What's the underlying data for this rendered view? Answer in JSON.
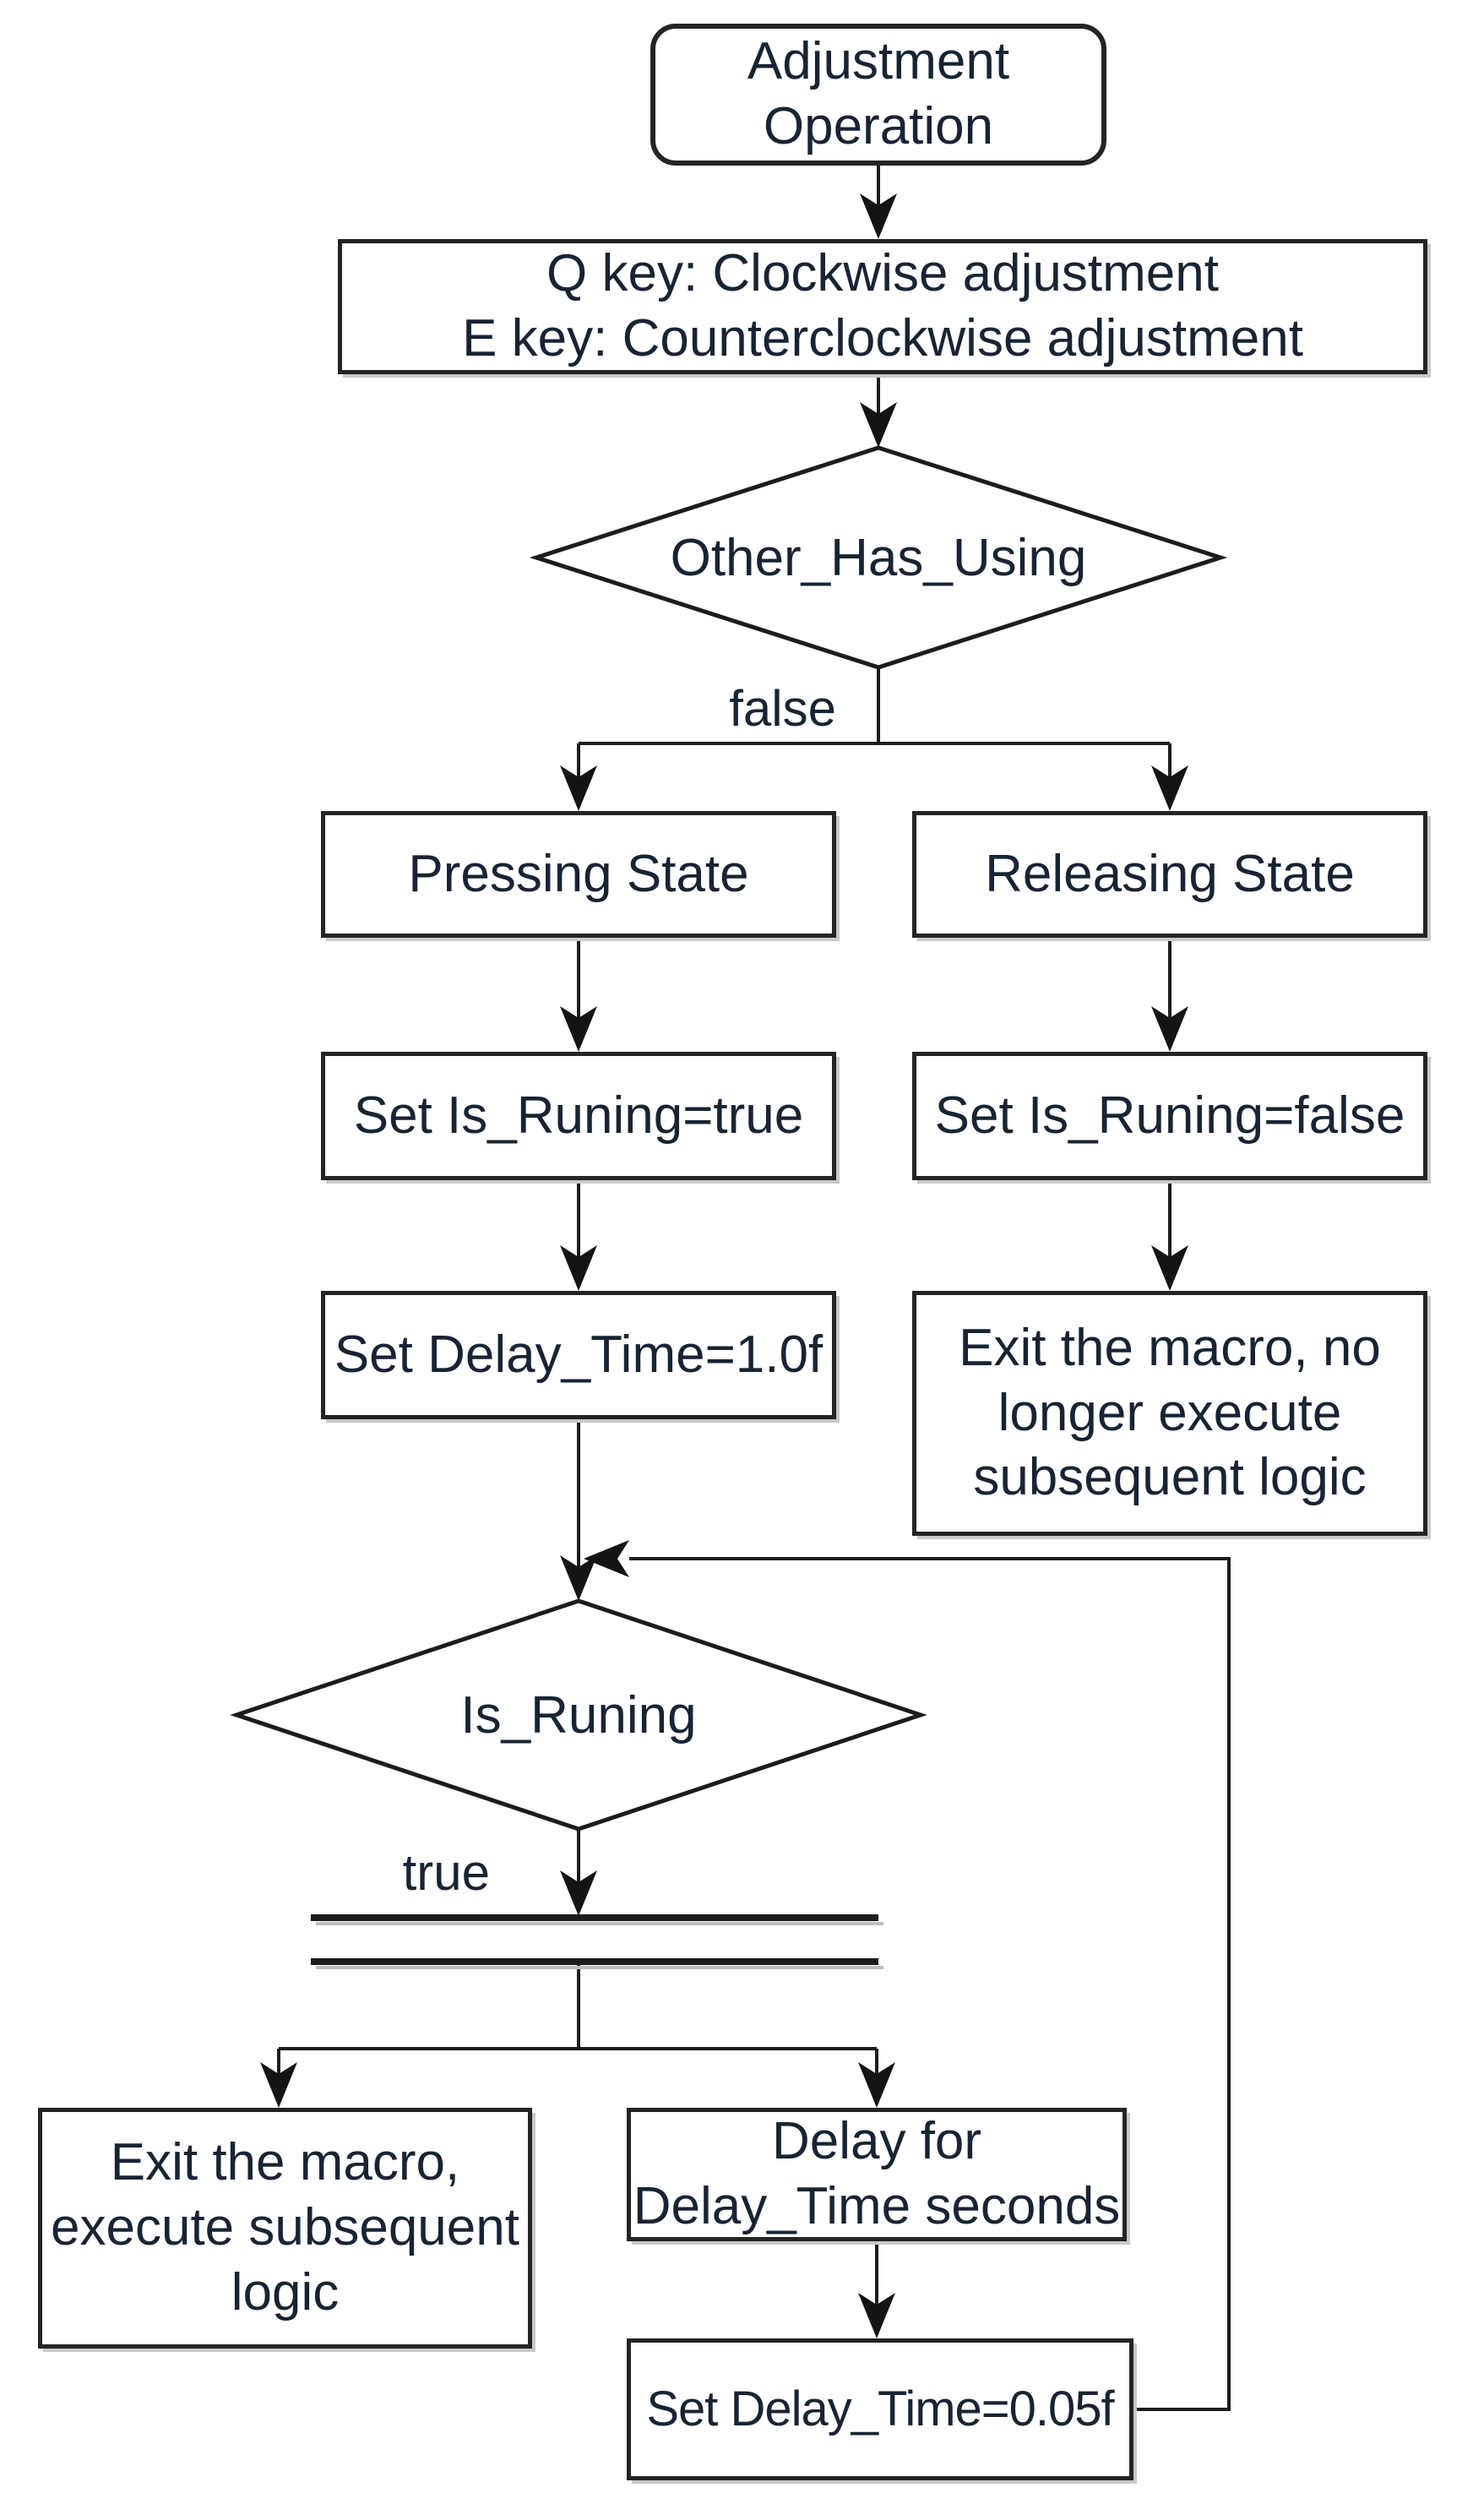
{
  "colors": {
    "stroke": "#1c1c1c",
    "text": "#182433",
    "node_background": "#ffffff",
    "page_background": "#ffffff"
  },
  "nodes": {
    "start": {
      "shape": "rounded-terminator",
      "lines": [
        "Adjustment",
        "Operation"
      ]
    },
    "key_mapping": {
      "shape": "process",
      "lines": [
        "Q key: Clockwise adjustment",
        "E key: Counterclockwise adjustment"
      ]
    },
    "other_has_using": {
      "shape": "decision",
      "label": "Other_Has_Using"
    },
    "pressing_state": {
      "shape": "process",
      "label": "Pressing State"
    },
    "releasing_state": {
      "shape": "process",
      "label": "Releasing State"
    },
    "set_is_runing_true": {
      "shape": "process",
      "label": "Set Is_Runing=true"
    },
    "set_is_runing_false": {
      "shape": "process",
      "label": "Set Is_Runing=false"
    },
    "set_delay_time_1_0f": {
      "shape": "process",
      "label": "Set Delay_Time=1.0f"
    },
    "exit_macro_no_subsequent": {
      "shape": "process",
      "lines": [
        "Exit the macro, no",
        "longer execute",
        "subsequent logic"
      ]
    },
    "is_runing": {
      "shape": "decision",
      "label": "Is_Runing"
    },
    "exit_macro_execute_subsequent": {
      "shape": "process",
      "lines": [
        "Exit the macro,",
        "execute subsequent",
        "logic"
      ]
    },
    "delay_for_delay_time": {
      "shape": "process",
      "lines": [
        "Delay for",
        "Delay_Time seconds"
      ]
    },
    "set_delay_time_0_05f": {
      "shape": "process",
      "label": "Set Delay_Time=0.05f"
    }
  },
  "edge_labels": {
    "other_has_using_false": "false",
    "is_runing_true": "true"
  },
  "edges": [
    {
      "from": "start",
      "to": "key_mapping"
    },
    {
      "from": "key_mapping",
      "to": "other_has_using"
    },
    {
      "from": "other_has_using",
      "to": "pressing_state",
      "label": "false"
    },
    {
      "from": "other_has_using",
      "to": "releasing_state",
      "label": "false"
    },
    {
      "from": "pressing_state",
      "to": "set_is_runing_true"
    },
    {
      "from": "releasing_state",
      "to": "set_is_runing_false"
    },
    {
      "from": "set_is_runing_true",
      "to": "set_delay_time_1_0f"
    },
    {
      "from": "set_is_runing_false",
      "to": "exit_macro_no_subsequent"
    },
    {
      "from": "set_delay_time_1_0f",
      "to": "is_runing"
    },
    {
      "from": "is_runing",
      "to": "sync-bar",
      "label": "true"
    },
    {
      "from": "sync-bar",
      "to": "exit_macro_execute_subsequent"
    },
    {
      "from": "sync-bar",
      "to": "delay_for_delay_time"
    },
    {
      "from": "delay_for_delay_time",
      "to": "set_delay_time_0_05f"
    },
    {
      "from": "set_delay_time_0_05f",
      "to": "is_runing",
      "kind": "loop-back"
    }
  ]
}
